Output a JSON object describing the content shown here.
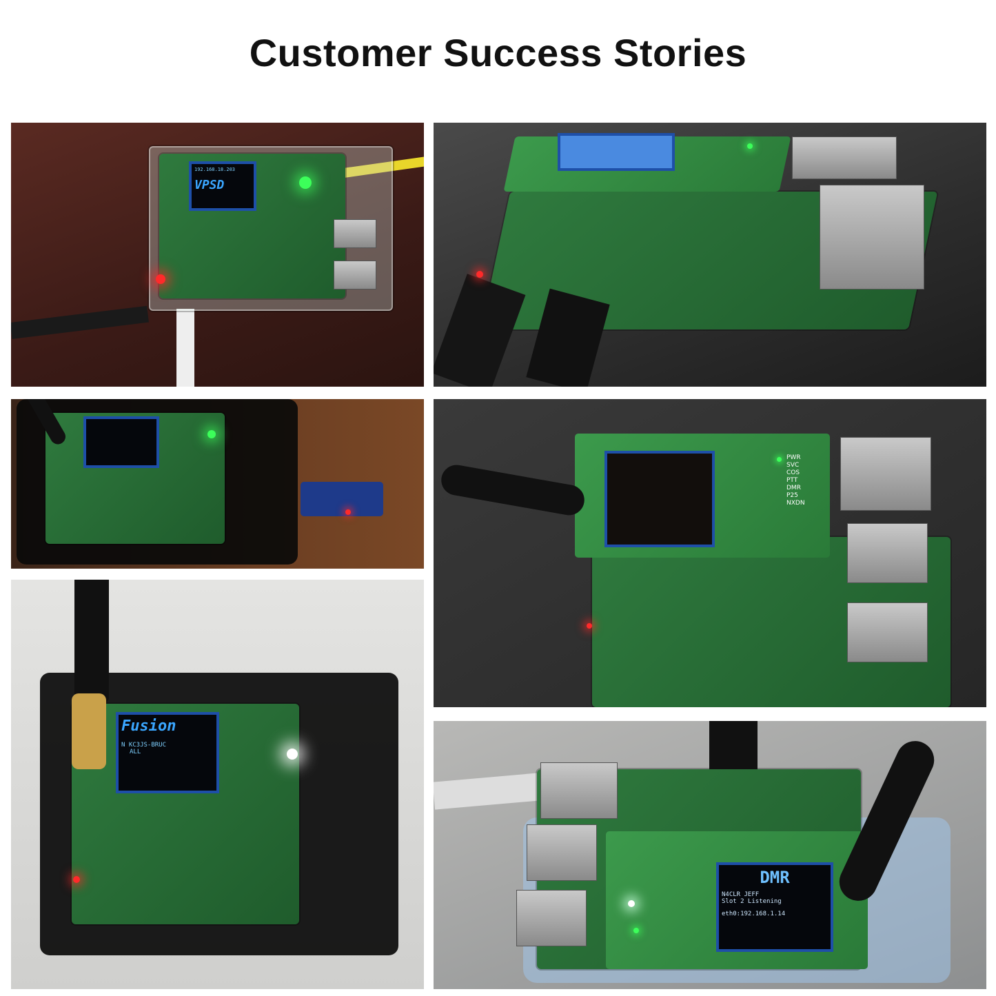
{
  "header": {
    "title": "Customer Success Stories"
  },
  "photos": [
    {
      "id": "clear-case-vpsd",
      "screen": {
        "line1": "192.168.18.203",
        "big": "VPSD"
      }
    },
    {
      "id": "closeup-board-side"
    },
    {
      "id": "black-case-usb-adapter"
    },
    {
      "id": "black-case-fusion",
      "screen": {
        "big": "Fusion",
        "line1": "N KC3JS-BRUC",
        "line2": "ALL"
      }
    },
    {
      "id": "top-view-board",
      "labels": [
        "PWR",
        "SVC",
        "COS",
        "PTT",
        "DMR",
        "P25",
        "NXDN"
      ]
    },
    {
      "id": "dmr-hotspot",
      "screen": {
        "big": "DMR",
        "line1": "N4CLR JEFF",
        "line2": "Slot 2 Listening",
        "line3": "eth0:192.168.1.14"
      }
    }
  ],
  "colors": {
    "pcb_green": "#2f7a3e",
    "oled_blue": "#3aa6ff",
    "led_red": "#ff2a2a",
    "led_green": "#3cff5a"
  }
}
